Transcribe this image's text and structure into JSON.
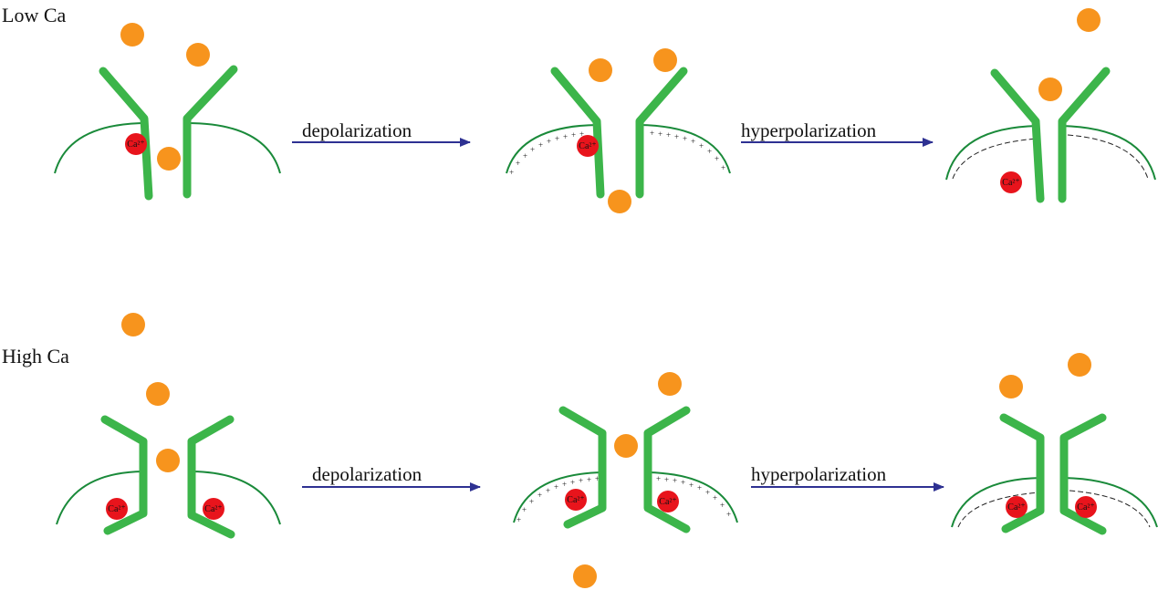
{
  "diagram": {
    "rows": [
      {
        "label": "Low Ca",
        "arrows": [
          {
            "label": "depolarization"
          },
          {
            "label": "hyperpolarization"
          }
        ]
      },
      {
        "label": "High Ca",
        "arrows": [
          {
            "label": "depolarization"
          },
          {
            "label": "hyperpolarization"
          }
        ]
      }
    ],
    "ion_label": "Ca²⁺",
    "membrane_charge_symbol": "+",
    "colors": {
      "channel": "#3cb54a",
      "membrane": "#1a8a3a",
      "ligand": "#f7941d",
      "calcium": "#e8141c",
      "arrow": "#2e3192",
      "text": "#111111"
    }
  }
}
